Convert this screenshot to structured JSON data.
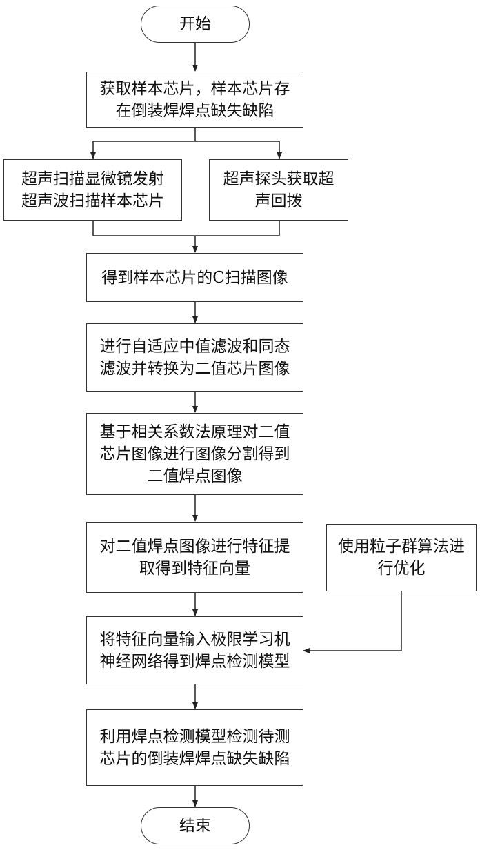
{
  "start": "开始",
  "end": "结束",
  "steps": [
    {
      "id": "obtain-sample",
      "text": "获取样本芯片，样本芯片存\n在倒装焊焊点缺失缺陷"
    },
    {
      "id": "ultrasound-microscope",
      "text": "超声扫描显微镜发射\n超声波扫描样本芯片"
    },
    {
      "id": "probe-echo",
      "text": "超声探头获取超\n声回拨"
    },
    {
      "id": "c-scan-image",
      "text": "得到样本芯片的C扫描图像"
    },
    {
      "id": "filtering",
      "text": "进行自适应中值滤波和同态\n滤波并转换为二值芯片图像"
    },
    {
      "id": "segmentation",
      "text": "基于相关系数法原理对二值\n芯片图像进行图像分割得到\n二值焊点图像"
    },
    {
      "id": "feature-extraction",
      "text": "对二值焊点图像进行特征提\n取得到特征向量"
    },
    {
      "id": "pso-optimization",
      "text": "使用粒子群算法进\n行优化"
    },
    {
      "id": "elm-model",
      "text": "将特征向量输入极限学习机\n神经网络得到焊点检测模型"
    },
    {
      "id": "detect-defects",
      "text": "利用焊点检测模型检测待测\n芯片的倒装焊焊点缺失缺陷"
    }
  ]
}
